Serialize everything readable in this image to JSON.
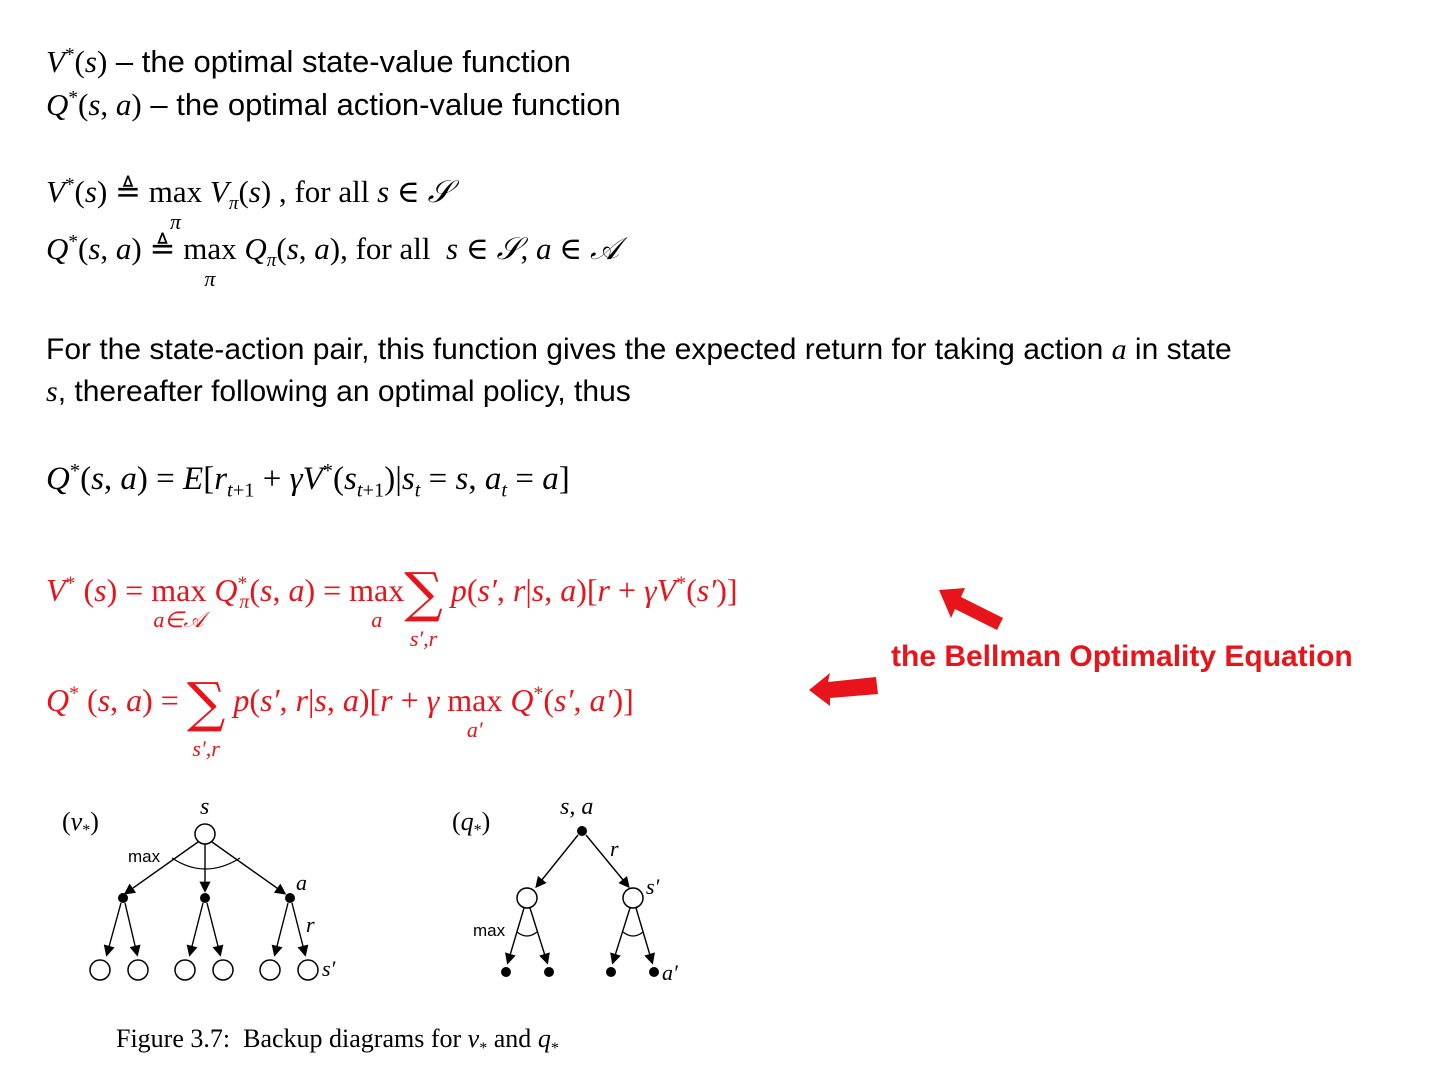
{
  "definitions": {
    "v_star": {
      "symbol": "V*(s)",
      "text": " – the optimal state-value function"
    },
    "q_star": {
      "symbol": "Q*(s, a)",
      "text": " – the optimal action-value function"
    }
  },
  "formal_definitions": {
    "v_def": "V*(s) ≜ max_π V_π(s) , for all s ∈ S",
    "q_def": "Q*(s, a) ≜ max_π Q_π(s, a), for all s ∈ S, a ∈ A",
    "for_all": "for all"
  },
  "paragraph": {
    "line1": "For the state-action pair, this function gives the expected return for taking action ",
    "var_a": "a",
    "line1_end": " in state",
    "var_s": "s",
    "line2": ", thereafter following an optimal policy, thus"
  },
  "expectation_equation": "Q*(s, a) = E[r_{t+1} + γV*(s_{t+1}) | s_t = s, a_t = a]",
  "bellman": {
    "v_equation": "V*(s) = max_{a∈A} Q*_π(s, a) = max_a Σ_{s',r} p(s', r | s, a)[r + γV*(s')]",
    "q_equation": "Q*(s, a) = Σ_{s',r} p(s', r | s, a)[r + γ max_{a'} Q*(s', a')]",
    "label": "the Bellman Optimality Equation",
    "color": "#e8141b"
  },
  "diagrams": {
    "v_star": {
      "label": "(v*)",
      "root": "s",
      "max_label": "max",
      "action_label": "a",
      "reward_label": "r",
      "next_state_label": "s′"
    },
    "q_star": {
      "label": "(q*)",
      "root": "s, a",
      "reward_label": "r",
      "next_state_label": "s′",
      "max_label": "max",
      "next_action_label": "a′"
    },
    "caption": "Figure 3.7: Backup diagrams for v* and q*"
  }
}
